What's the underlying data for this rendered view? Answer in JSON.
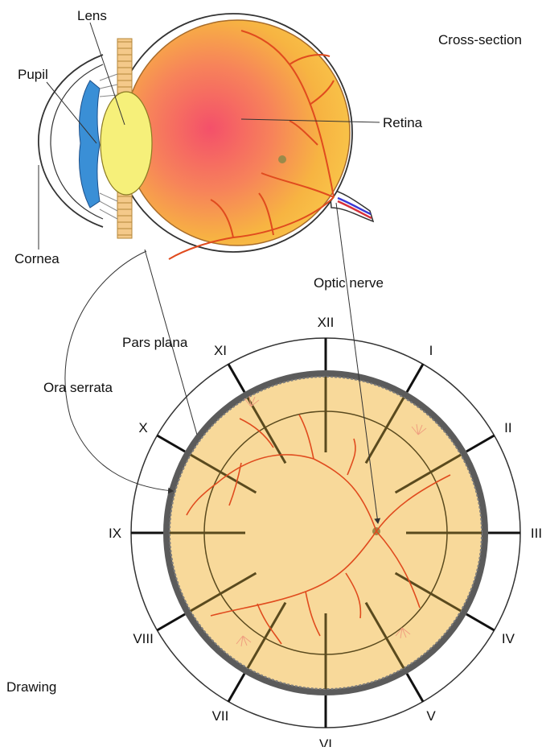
{
  "labels": {
    "lens": "Lens",
    "pupil": "Pupil",
    "retina": "Retina",
    "cornea": "Cornea",
    "optic_nerve": "Optic nerve",
    "pars_plana": "Pars plana",
    "ora_serrata": "Ora serrata",
    "cross_section": "Cross-section",
    "drawing": "Drawing"
  },
  "clock_hours": [
    "XII",
    "I",
    "II",
    "III",
    "IV",
    "V",
    "VI",
    "VII",
    "VIII",
    "IX",
    "X",
    "XI"
  ],
  "colors": {
    "retina_fill": "#f8d99a",
    "ora_band": "#5b5b5b",
    "vessel": "#e04b1e",
    "radial_line": "#5a4a1e",
    "eye_center": "#f4506a",
    "eye_edge": "#f7b93c",
    "lens": "#f6f07a",
    "iris": "#3a8fd6"
  }
}
